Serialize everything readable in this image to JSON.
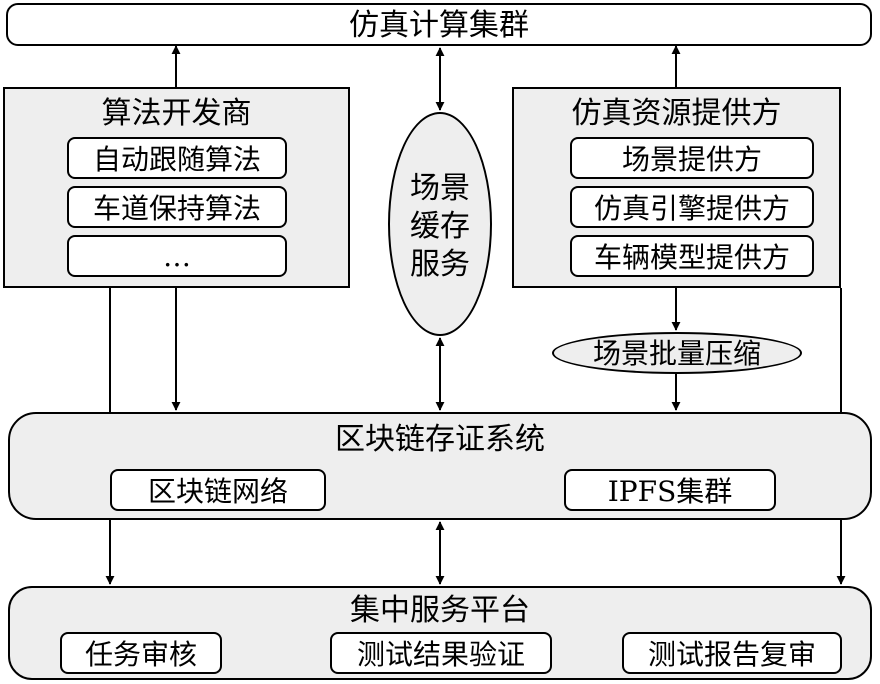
{
  "cluster": {
    "title": "仿真计算集群"
  },
  "developer": {
    "title": "算法开发商",
    "items": [
      "自动跟随算法",
      "车道保持算法",
      "…"
    ]
  },
  "cache": {
    "lines": [
      "场景",
      "缓存",
      "服务"
    ]
  },
  "provider": {
    "title": "仿真资源提供方",
    "items": [
      "场景提供方",
      "仿真引擎提供方",
      "车辆模型提供方"
    ]
  },
  "compress": {
    "label": "场景批量压缩"
  },
  "blockchain": {
    "title": "区块链存证系统",
    "network": "区块链网络",
    "ipfs": "IPFS集群"
  },
  "platform": {
    "title": "集中服务平台",
    "items": [
      "任务审核",
      "测试结果验证",
      "测试报告复审"
    ]
  },
  "colors": {
    "panel": "#eeeeee",
    "line": "#000000",
    "inner": "#ffffff"
  }
}
